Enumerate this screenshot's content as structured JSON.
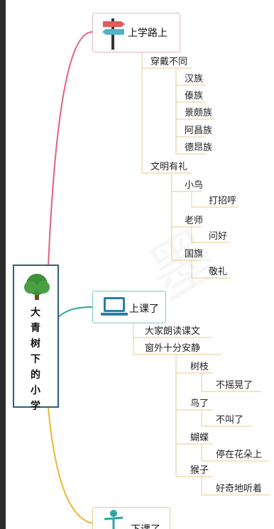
{
  "root": {
    "label": "大青树下的小学"
  },
  "branches": {
    "school_road": {
      "label": "上学路上",
      "icon": "signpost-icon",
      "children": {
        "dress": {
          "label": "穿戴不同",
          "items": [
            "汉族",
            "傣族",
            "景颇族",
            "阿昌族",
            "德昂族"
          ]
        },
        "manners": {
          "label": "文明有礼",
          "bird": "小鸟",
          "bird_action": "打招呼",
          "teacher": "老师",
          "teacher_action": "问好",
          "flag": "国旗",
          "flag_action": "敬礼"
        }
      }
    },
    "in_class": {
      "label": "上课了",
      "icon": "laptop-icon",
      "children": {
        "reading": "大家朗读课文",
        "quiet": {
          "label": "窗外十分安静",
          "branch": "树枝",
          "branch_action": "不摇晃了",
          "bird": "鸟了",
          "bird_action": "不叫了",
          "butterfly": "蝴蝶",
          "butterfly_action": "停在花朵上",
          "monkey": "猴子",
          "monkey_action": "好奇地听着"
        }
      }
    },
    "after_class": {
      "label": "下课了",
      "icon": "person-icon"
    }
  },
  "colors": {
    "branch1_line": "#e06080",
    "branch2_line": "#2fa5a0",
    "branch3_line": "#e8b830",
    "sub_line": "#e8c890",
    "root_border": "#2f5f76"
  }
}
